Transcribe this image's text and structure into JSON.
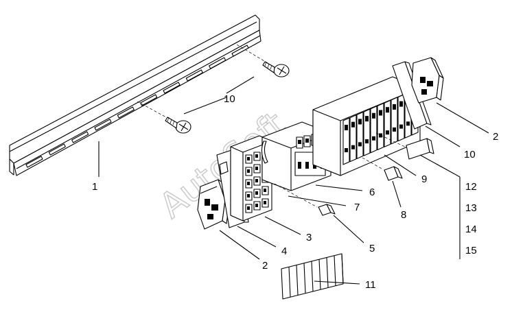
{
  "labels": {
    "c1": "1",
    "c2a": "2",
    "c2b": "2",
    "c3": "3",
    "c4": "4",
    "c5": "5",
    "c6": "6",
    "c7": "7",
    "c8": "8",
    "c9": "9",
    "c10a": "10",
    "c10b": "10",
    "c11": "11",
    "c12": "12",
    "c13": "13",
    "c14": "14",
    "c15": "15"
  },
  "watermark": "AutoSoft"
}
